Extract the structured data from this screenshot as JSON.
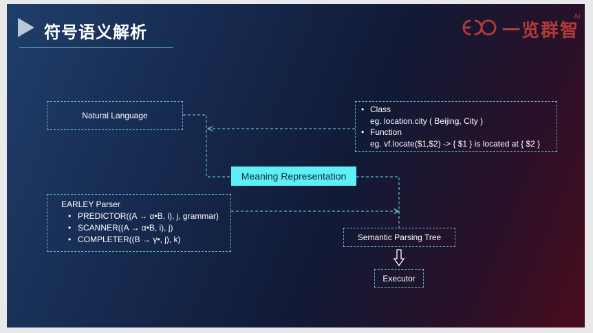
{
  "header": {
    "title": "符号语义解析",
    "logo_text": "一览群智",
    "logo_superscript": "AI"
  },
  "diagram": {
    "natural_language": "Natural Language",
    "meaning_representation": "Meaning Representation",
    "class_item": {
      "label": "Class",
      "example": "eg. location.city ( Beijing, City )"
    },
    "function_item": {
      "label": "Function",
      "example": "eg. vf.locate($1,$2) -> { $1 } is located at { $2 }"
    },
    "earley": {
      "title": "EARLEY Parser",
      "items": [
        "PREDICTOR((A → α•B, i), j, grammar)",
        "SCANNER((A → α•B, i), j)",
        "COMPLETER((B → γ•, j), k)"
      ]
    },
    "semantic_parsing_tree": "Semantic Parsing Tree",
    "executor": "Executor"
  },
  "colors": {
    "accent_cyan": "#5ff0f6",
    "dashed_line": "#5fb9c8",
    "logo_red": "#b23a3a"
  }
}
